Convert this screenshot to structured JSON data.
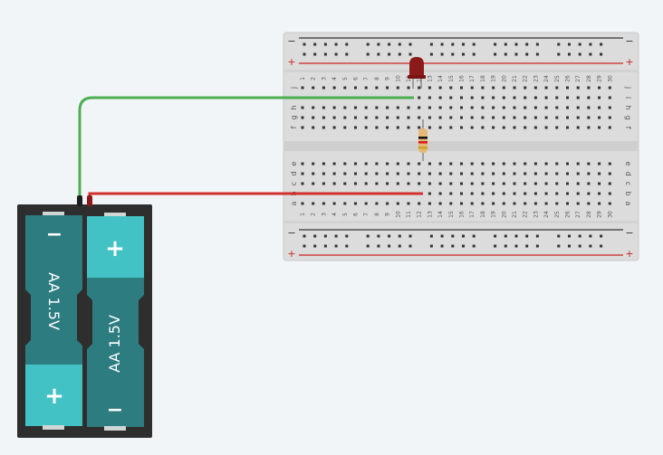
{
  "breadboard": {
    "columns": [
      "1",
      "2",
      "3",
      "4",
      "5",
      "6",
      "7",
      "8",
      "9",
      "10",
      "11",
      "12",
      "13",
      "14",
      "15",
      "16",
      "17",
      "18",
      "19",
      "20",
      "21",
      "22",
      "23",
      "24",
      "25",
      "26",
      "27",
      "28",
      "29",
      "30"
    ],
    "top_rows": [
      "j",
      "i",
      "h",
      "g",
      "f"
    ],
    "bottom_rows": [
      "e",
      "d",
      "c",
      "b",
      "a"
    ],
    "rail_minus": "−",
    "rail_plus": "+"
  },
  "battery_pack": {
    "cell_left": {
      "top_symbol": "−",
      "bottom_symbol": "+",
      "label": "AA 1.5V"
    },
    "cell_right": {
      "top_symbol": "+",
      "bottom_symbol": "−",
      "label": "AA 1.5V"
    }
  },
  "components": {
    "led": {
      "color": "#8b1a1a"
    },
    "resistor": {
      "body_color": "#e6b978",
      "bands": [
        "#e6b978",
        "#111111",
        "#d81b1b",
        "#c9a227"
      ]
    }
  },
  "wires": {
    "positive": {
      "color": "#d32f2f"
    },
    "negative": {
      "color": "#4caf50"
    }
  },
  "colors": {
    "background": "#f2f5f7",
    "breadboard": "#dcdcdc",
    "hole": "#333333",
    "rail_red": "#cc2222",
    "battery_case": "#2e2e2e",
    "battery_cell": "#2d7c80",
    "battery_cap": "#43c2c6"
  }
}
